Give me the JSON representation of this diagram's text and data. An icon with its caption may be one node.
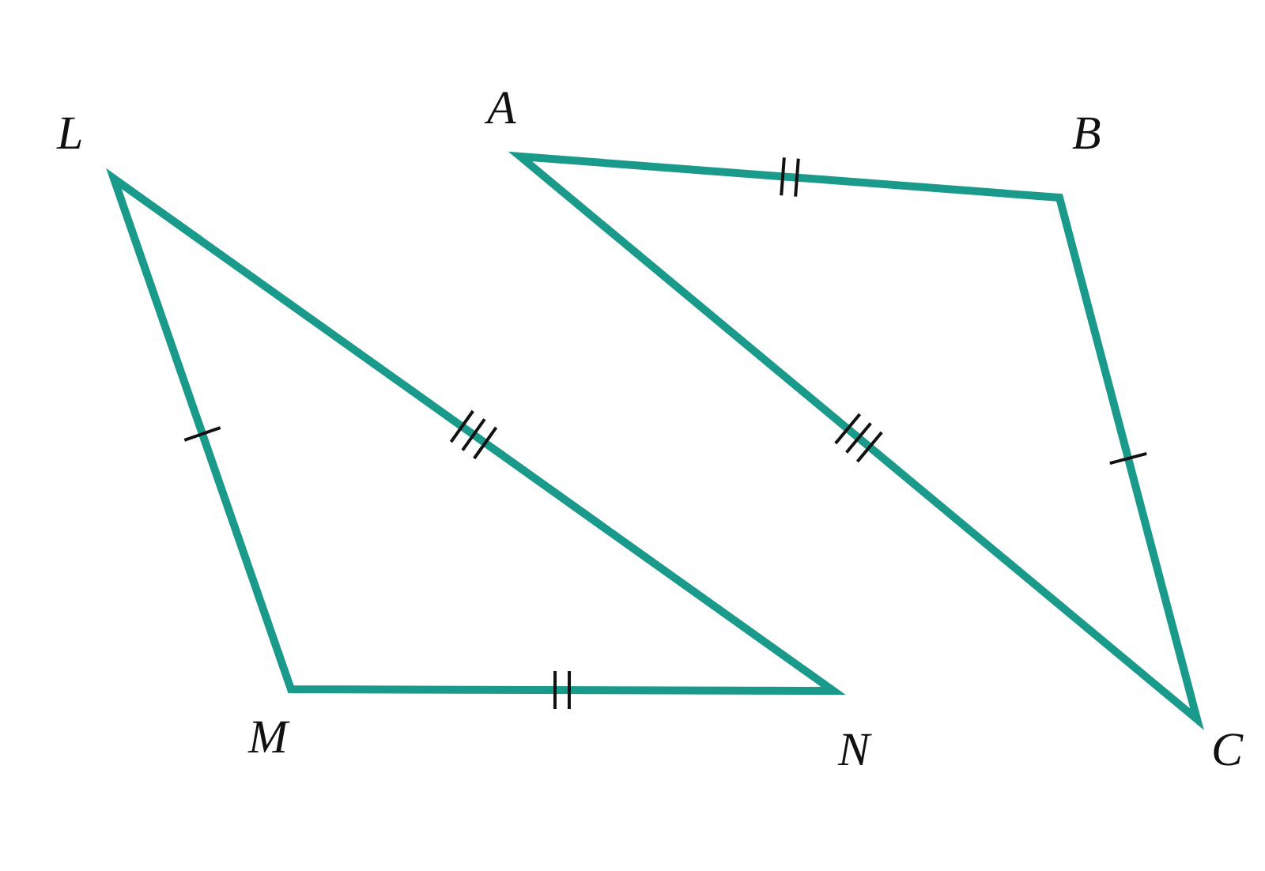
{
  "diagram": {
    "labels": [
      "L",
      "A",
      "B",
      "M",
      "N",
      "C"
    ]
  }
}
